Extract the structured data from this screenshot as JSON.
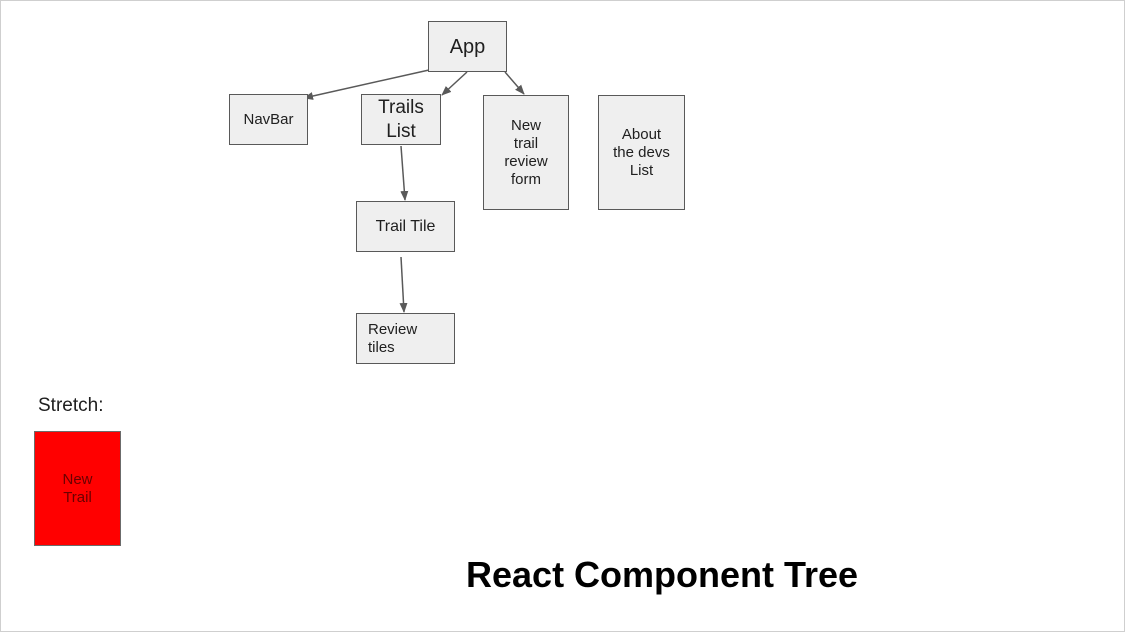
{
  "nodes": {
    "app": "App",
    "navbar": "NavBar",
    "trails_list": "Trails\nList",
    "new_trail_review_form": "New\ntrail\nreview\nform",
    "about_devs": "About\nthe devs\nList",
    "trail_tile": "Trail Tile",
    "review_tiles": "Review\ntiles"
  },
  "stretch": {
    "label": "Stretch:",
    "node": "New\nTrail"
  },
  "title": "React Component Tree",
  "colors": {
    "node_fill": "#efefef",
    "node_border": "#595959",
    "connector": "#595959",
    "stretch_fill": "#ff0000"
  }
}
